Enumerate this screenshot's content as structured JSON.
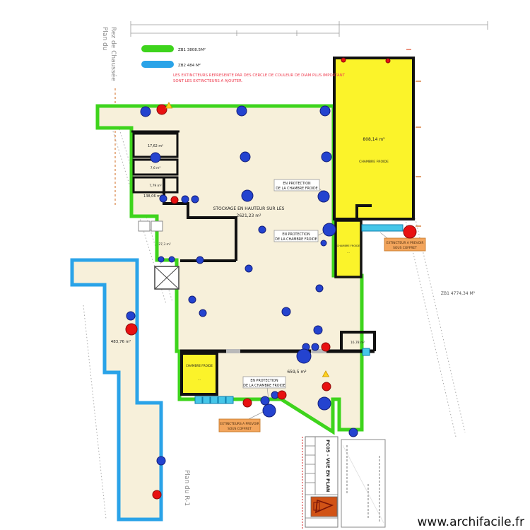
{
  "titles": {
    "floor_top": [
      "Plan du",
      "Rez de Chaussée"
    ],
    "floor_bottom": "Plan du R-1"
  },
  "legend": {
    "zb1_label": "ZB1 3808.5M²",
    "zb2_label": "ZB2 484 M²"
  },
  "warning": {
    "line1": "LES EXTINCTEURS REPRESENTE PAR DES CERCLE DE COULEUR DE DIAM PLUS IMPORTANT",
    "line2": "SONT LES EXTINCTEURS A AJOUTER."
  },
  "rooms": {
    "cold_room_label": "CHAMBRE FROIDE",
    "cold_room_dots": "...",
    "area_808": "808,14 m²",
    "storage_title": "STOCKAGE EN HAUTEUR SUR LES",
    "area_2621": "2621,23 m²",
    "area_659": "659,5 m²",
    "area_483": "483,76 m²",
    "area_138": "138,06 m²",
    "area_17": "17,62 m²",
    "area_7_6": "7,6 m²",
    "area_7_79": "7,79 m²",
    "area_27": "27,3 m²",
    "area_16": "16,78 m²",
    "zone_right": "ZB1 4774,34 M²"
  },
  "annotations": {
    "protection_l1": "EN PROTECTION",
    "protection_l2": "DE LA CHAMBRE FROIDE",
    "extincteur_l1": "EXTINCTEUR A PREVOIR",
    "extincteurs_l1": "EXTINCTEURS A PREVOIR",
    "sous_coffret": "SOUS COFFRET"
  },
  "titleblock": {
    "sheet": "PC05 - VUE EN PLAN"
  },
  "footer": {
    "watermark": "www.archifacile.fr"
  },
  "colors": {
    "zb1": "#3ed41c",
    "zb2": "#2aa3e8",
    "extinguisher_existing": "#2443cf",
    "extinguisher_to_add": "#e81111",
    "cold_room": "#fbf32a",
    "floor": "#f7f0da"
  },
  "markers": {
    "existing_extinguishers": [
      [
        206,
        158,
        7
      ],
      [
        342,
        157,
        7
      ],
      [
        460,
        157,
        7
      ],
      [
        220,
        223,
        7
      ],
      [
        347,
        222,
        7
      ],
      [
        462,
        222,
        7
      ],
      [
        350,
        277,
        8
      ],
      [
        458,
        278,
        8
      ],
      [
        231,
        281,
        5
      ],
      [
        262,
        282,
        5
      ],
      [
        276,
        282,
        5
      ],
      [
        272,
        424,
        5
      ],
      [
        287,
        443,
        5
      ],
      [
        352,
        380,
        5
      ],
      [
        371,
        325,
        5
      ],
      [
        466,
        325,
        9
      ],
      [
        458,
        344,
        4
      ],
      [
        283,
        368,
        5
      ],
      [
        228,
        367,
        4
      ],
      [
        243,
        367,
        4
      ],
      [
        185,
        447,
        6
      ],
      [
        452,
        408,
        5
      ],
      [
        450,
        467,
        6
      ],
      [
        405,
        441,
        6
      ],
      [
        433,
        491,
        5
      ],
      [
        446,
        491,
        5
      ],
      [
        430,
        504,
        10
      ],
      [
        389,
        559,
        5
      ],
      [
        459,
        571,
        9
      ],
      [
        375,
        567,
        6
      ],
      [
        381,
        581,
        9
      ],
      [
        500,
        612,
        6
      ],
      [
        228,
        652,
        6
      ]
    ],
    "extinguishers_to_add": [
      [
        229,
        155,
        7
      ],
      [
        247,
        283,
        5
      ],
      [
        186,
        466,
        8
      ],
      [
        461,
        491,
        6
      ],
      [
        399,
        559,
        6
      ],
      [
        350,
        570,
        6
      ],
      [
        462,
        547,
        6
      ],
      [
        580,
        328,
        9
      ],
      [
        222,
        700,
        6
      ],
      [
        486,
        85,
        3
      ],
      [
        549,
        86,
        3
      ]
    ],
    "warning_triangles": [
      [
        239,
        150
      ],
      [
        461,
        530
      ]
    ],
    "cyan_squares": [
      [
        276,
        561
      ],
      [
        287,
        561
      ],
      [
        298,
        561
      ],
      [
        309,
        561
      ],
      [
        320,
        561
      ]
    ]
  }
}
